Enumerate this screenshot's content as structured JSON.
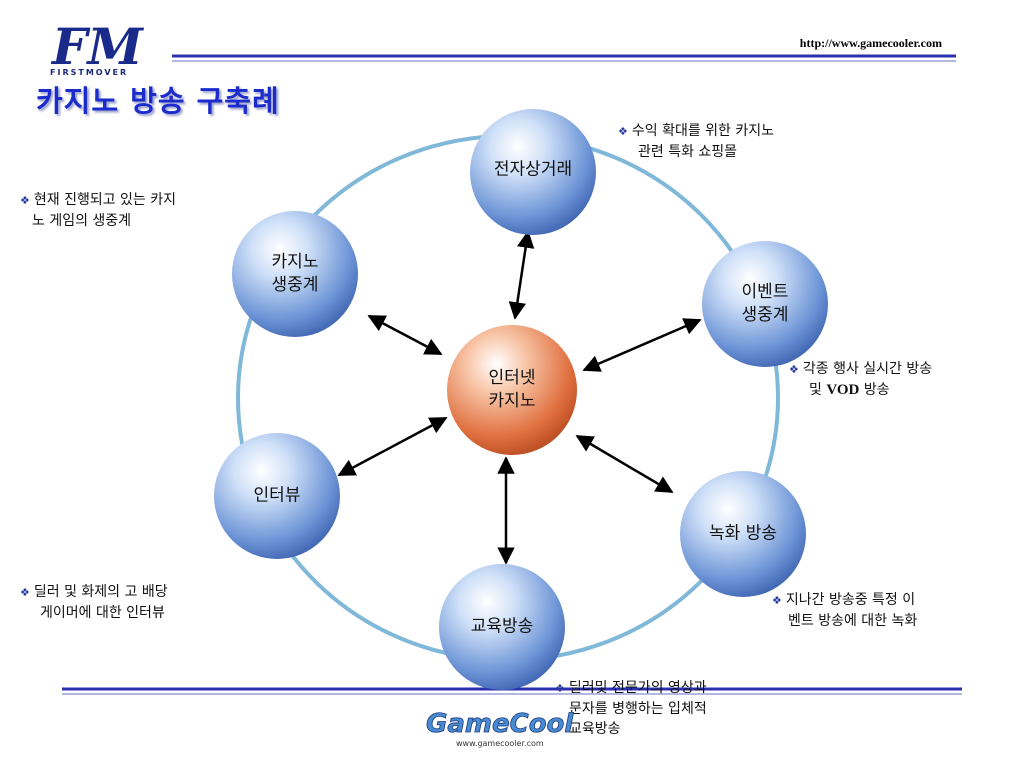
{
  "header": {
    "logo_text": "FM",
    "logo_sub": "FIRSTMOVER",
    "url": "http://www.gamecooler.com",
    "title": "카지노 방송 구축례"
  },
  "colors": {
    "title": "#1c2ccc",
    "rule": "#2b2fb0",
    "ring": "#7fb8d8",
    "sphere_blue": "#6c94d6",
    "sphere_orange": "#e07040"
  },
  "nodes": {
    "center": {
      "line1": "인터넷",
      "line2": "카지노"
    },
    "ecommerce": {
      "line1": "전자상거래"
    },
    "casino_relay": {
      "line1": "카지노",
      "line2": "생중계"
    },
    "event_relay": {
      "line1": "이벤트",
      "line2": "생중계"
    },
    "interview": {
      "line1": "인터뷰"
    },
    "recording": {
      "line1": "녹화 방송"
    },
    "education": {
      "line1": "교육방송"
    }
  },
  "notes": {
    "ecommerce": {
      "line1": "수익 확대를 위한 카지노",
      "line2": "관련 특화 쇼핑몰"
    },
    "casino_relay": {
      "line1": "현재 진행되고 있는 카지",
      "line2": "노 게임의 생중계"
    },
    "event_relay": {
      "line1": "각종 행사 실시간 방송",
      "line2_pre": "및 ",
      "line2_bold": "VOD",
      "line2_post": " 방송"
    },
    "interview": {
      "line1": "딜러 및 화제의 고 배당",
      "line2": "게이머에 대한 인터뷰"
    },
    "recording": {
      "line1": "지나간 방송중 특정 이",
      "line2": "벤트 방송에 대한 녹화"
    },
    "education": {
      "line1": "딜러및 전문가의 영상과",
      "line2": "문자를 병행하는 입체적",
      "line3": "교육방송"
    }
  },
  "footer": {
    "brand": "GameCooler",
    "brand_url": "www.gamecooler.com"
  },
  "icons": {
    "bullet": "diamond-bullet-icon"
  }
}
